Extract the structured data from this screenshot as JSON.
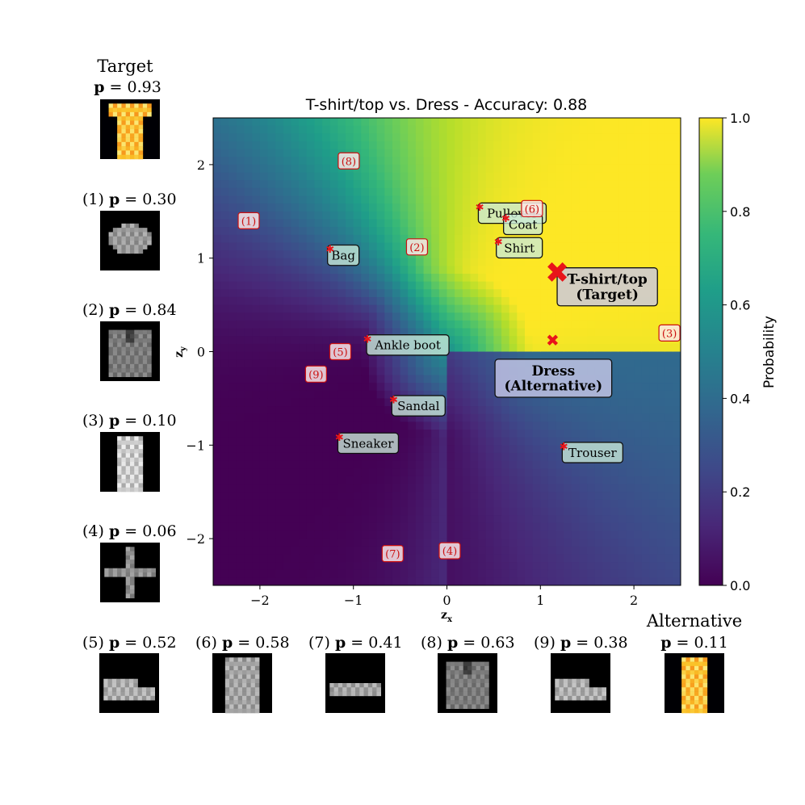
{
  "chart_data": {
    "type": "heatmap",
    "title": "T-shirt/top vs. Dress - Accuracy: 0.88",
    "xlabel": "z",
    "xlabel_sub": "x",
    "ylabel": "z",
    "ylabel_sub": "y",
    "xlim": [
      -2.5,
      2.5
    ],
    "ylim": [
      -2.5,
      2.5
    ],
    "xticks": [
      -2,
      -1,
      0,
      1,
      2
    ],
    "yticks": [
      -2,
      -1,
      0,
      1,
      2
    ],
    "xtick_labels": [
      "−2",
      "−1",
      "0",
      "1",
      "2"
    ],
    "ytick_labels": [
      "−2",
      "−1",
      "0",
      "1",
      "2"
    ],
    "colormap": "viridis",
    "colorbar": {
      "label": "Probability",
      "range": [
        0.0,
        1.0
      ],
      "ticks": [
        0.0,
        0.2,
        0.4,
        0.6,
        0.8,
        1.0
      ],
      "tick_labels": [
        "0.0",
        "0.2",
        "0.4",
        "0.6",
        "0.8",
        "1.0"
      ]
    },
    "class_points": [
      {
        "label": "Pullover",
        "x": 0.35,
        "y": 1.55
      },
      {
        "label": "Coat",
        "x": 0.63,
        "y": 1.43
      },
      {
        "label": "Shirt",
        "x": 0.55,
        "y": 1.18
      },
      {
        "label": "Bag",
        "x": -1.25,
        "y": 1.1
      },
      {
        "label": "Ankle boot",
        "x": -0.85,
        "y": 0.14
      },
      {
        "label": "Sandal",
        "x": -0.57,
        "y": -0.51
      },
      {
        "label": "Sneaker",
        "x": -1.15,
        "y": -0.91
      },
      {
        "label": "Trouser",
        "x": 1.25,
        "y": -1.01
      }
    ],
    "target": {
      "label": "T-shirt/top\n(Target)",
      "x": 1.18,
      "y": 0.84
    },
    "alternative": {
      "label": "Dress\n(Alternative)",
      "x": 1.13,
      "y": 0.13
    },
    "samples": [
      {
        "id": "(1)",
        "x": -2.12,
        "y": 1.4
      },
      {
        "id": "(2)",
        "x": -0.32,
        "y": 1.12
      },
      {
        "id": "(3)",
        "x": 2.38,
        "y": 0.2
      },
      {
        "id": "(4)",
        "x": 0.03,
        "y": -2.13
      },
      {
        "id": "(5)",
        "x": -1.14,
        "y": 0.0
      },
      {
        "id": "(6)",
        "x": 0.91,
        "y": 1.53
      },
      {
        "id": "(7)",
        "x": -0.58,
        "y": -2.16
      },
      {
        "id": "(8)",
        "x": -1.05,
        "y": 2.04
      },
      {
        "id": "(9)",
        "x": -1.4,
        "y": -0.24
      }
    ]
  },
  "thumbnails": {
    "target": {
      "title": "Target",
      "p": "0.93",
      "kind": "tshirt",
      "cmap": "inferno"
    },
    "alternative": {
      "title": "Alternative",
      "p": "0.11",
      "kind": "dress",
      "cmap": "inferno"
    },
    "left": [
      {
        "id": "(1)",
        "p": "0.30",
        "kind": "blob"
      },
      {
        "id": "(2)",
        "p": "0.84",
        "kind": "bag"
      },
      {
        "id": "(3)",
        "p": "0.10",
        "kind": "dress"
      },
      {
        "id": "(4)",
        "p": "0.06",
        "kind": "cross"
      }
    ],
    "bottom": [
      {
        "id": "(5)",
        "p": "0.52",
        "kind": "shoe"
      },
      {
        "id": "(6)",
        "p": "0.58",
        "kind": "coat"
      },
      {
        "id": "(7)",
        "p": "0.41",
        "kind": "sneaker"
      },
      {
        "id": "(8)",
        "p": "0.63",
        "kind": "bag"
      },
      {
        "id": "(9)",
        "p": "0.38",
        "kind": "shoe"
      }
    ]
  }
}
